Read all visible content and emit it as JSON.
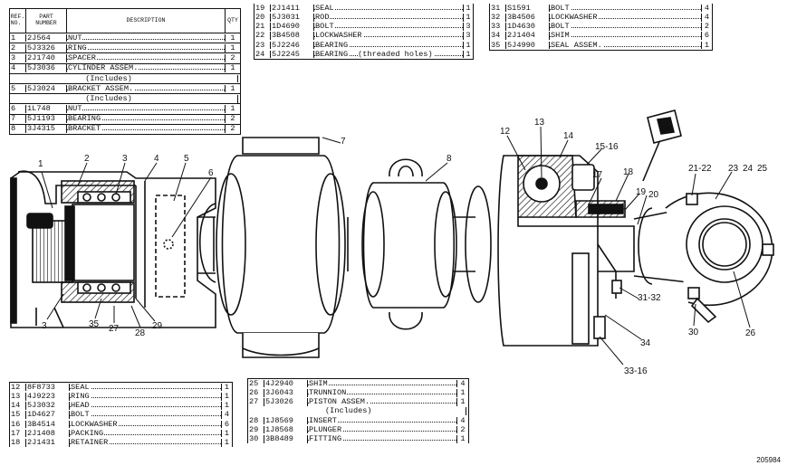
{
  "table_a": {
    "headers": {
      "ref": "REF. NO.",
      "part": "PART NUMBER",
      "desc": "DESCRIPTION",
      "qty": "QTY"
    },
    "rows": [
      {
        "ref": "1",
        "part": "2J564",
        "desc": "NUT",
        "qty": "1"
      },
      {
        "ref": "2",
        "part": "5J3326",
        "desc": "RING",
        "qty": "1"
      },
      {
        "ref": "3",
        "part": "2J1740",
        "desc": "SPACER",
        "qty": "2"
      },
      {
        "ref": "4",
        "part": "5J3036",
        "desc": "CYLINDER ASSEM.",
        "qty": "1"
      },
      {
        "ref": "",
        "part": "",
        "desc": "(Includes)",
        "qty": ""
      },
      {
        "ref": "5",
        "part": "5J3024",
        "desc": "BRACKET ASSEM.",
        "qty": "1"
      },
      {
        "ref": "",
        "part": "",
        "desc": "(Includes)",
        "qty": ""
      },
      {
        "ref": "6",
        "part": "1L748",
        "desc": "NUT",
        "qty": "1"
      },
      {
        "ref": "7",
        "part": "5J1193",
        "desc": "BEARING",
        "qty": "2"
      },
      {
        "ref": "8",
        "part": "3J4315",
        "desc": "BRACKET",
        "qty": "2"
      }
    ]
  },
  "table_b": {
    "rows": [
      {
        "ref": "19",
        "part": "2J1411",
        "desc": "SEAL",
        "qty": "1"
      },
      {
        "ref": "20",
        "part": "5J3031",
        "desc": "ROD",
        "qty": "1"
      },
      {
        "ref": "21",
        "part": "1D4690",
        "desc": "BOLT",
        "qty": "3"
      },
      {
        "ref": "22",
        "part": "3B4508",
        "desc": "LOCKWASHER",
        "qty": "3"
      },
      {
        "ref": "23",
        "part": "5J2246",
        "desc": "BEARING",
        "qty": "1"
      },
      {
        "ref": "24",
        "part": "5J2245",
        "desc": "BEARING",
        "desc2": "(threaded holes)",
        "qty": "1"
      }
    ]
  },
  "table_c": {
    "rows": [
      {
        "ref": "31",
        "part": "S1591",
        "desc": "BOLT",
        "qty": "4"
      },
      {
        "ref": "32",
        "part": "3B4506",
        "desc": "LOCKWASHER",
        "qty": "4"
      },
      {
        "ref": "33",
        "part": "1D4630",
        "desc": "BOLT",
        "qty": "2"
      },
      {
        "ref": "34",
        "part": "2J1404",
        "desc": "SHIM",
        "qty": "6"
      },
      {
        "ref": "35",
        "part": "5J4990",
        "desc": "SEAL ASSEM.",
        "qty": "1"
      }
    ]
  },
  "table_d": {
    "rows": [
      {
        "ref": "12",
        "part": "8F8733",
        "desc": "SEAL",
        "qty": "1"
      },
      {
        "ref": "13",
        "part": "4J9223",
        "desc": "RING",
        "qty": "1"
      },
      {
        "ref": "14",
        "part": "5J3032",
        "desc": "HEAD",
        "qty": "1"
      },
      {
        "ref": "15",
        "part": "1D4627",
        "desc": "BOLT",
        "qty": "4"
      },
      {
        "ref": "16",
        "part": "3B4514",
        "desc": "LOCKWASHER",
        "qty": "6"
      },
      {
        "ref": "17",
        "part": "2J1408",
        "desc": "PACKING",
        "qty": "1"
      },
      {
        "ref": "18",
        "part": "2J1431",
        "desc": "RETAINER",
        "qty": "1"
      }
    ]
  },
  "table_e": {
    "rows": [
      {
        "ref": "25",
        "part": "4J2940",
        "desc": "SHIM",
        "qty": "4"
      },
      {
        "ref": "26",
        "part": "3J6043",
        "desc": "TRUNNION",
        "qty": "1"
      },
      {
        "ref": "27",
        "part": "5J3026",
        "desc": "PISTON ASSEM.",
        "qty": "1"
      },
      {
        "ref": "",
        "part": "",
        "desc": "(Includes)",
        "qty": ""
      },
      {
        "ref": "28",
        "part": "1J8569",
        "desc": "INSERT",
        "qty": "4"
      },
      {
        "ref": "29",
        "part": "1J8568",
        "desc": "PLUNGER",
        "qty": "2"
      },
      {
        "ref": "30",
        "part": "3B8489",
        "desc": "FITTING",
        "qty": "1"
      }
    ]
  },
  "callouts": {
    "c1": "1",
    "c2": "2",
    "c3a": "3",
    "c4": "4",
    "c5": "5",
    "c6": "6",
    "c7": "7",
    "c8": "8",
    "c3b": "3",
    "c35": "35",
    "c27": "27",
    "c28": "28",
    "c29": "29",
    "c12": "12",
    "c13": "13",
    "c14": "14",
    "c1516": "15-16",
    "c17": "17",
    "c18": "18",
    "c19": "19",
    "c20": "20",
    "c2122": "21-22",
    "c23": "23",
    "c24": "24",
    "c25": "25",
    "c26": "26",
    "c30": "30",
    "c3132": "31-32",
    "c34": "34",
    "c3316": "33-16"
  },
  "reference": "205984"
}
